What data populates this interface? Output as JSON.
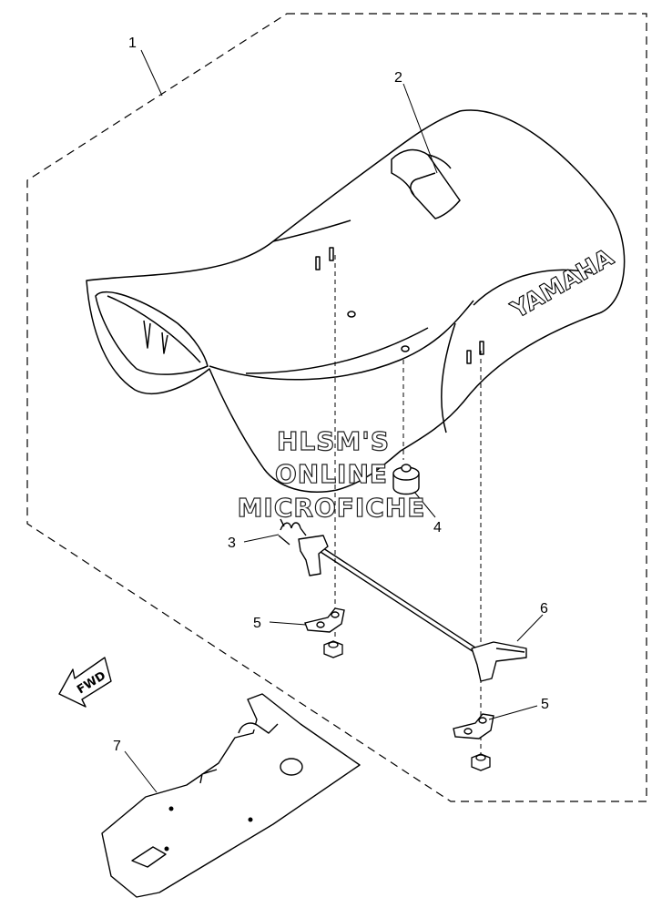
{
  "callouts": [
    {
      "id": "1",
      "label": "1"
    },
    {
      "id": "2",
      "label": "2"
    },
    {
      "id": "3",
      "label": "3"
    },
    {
      "id": "4",
      "label": "4"
    },
    {
      "id": "5a",
      "label": "5"
    },
    {
      "id": "6",
      "label": "6"
    },
    {
      "id": "5b",
      "label": "5"
    },
    {
      "id": "7",
      "label": "7"
    }
  ],
  "seat_brand": "YAMAHA",
  "fwd_label": "FWD",
  "watermark": {
    "line1": "HLSM'S",
    "line2": "ONLINE",
    "line3": "MICROFICHE"
  }
}
